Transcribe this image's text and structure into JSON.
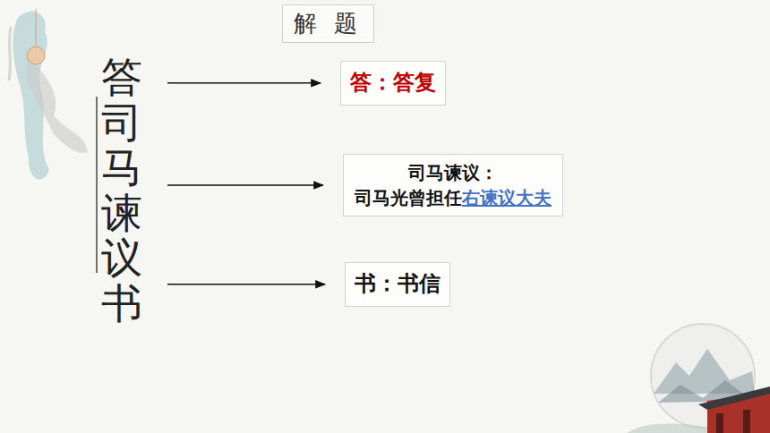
{
  "diagram": {
    "title": "解 题",
    "nodes": [
      {
        "text": [
          "答司马谏议书"
        ]
      },
      {
        "text": [
          "答：答复"
        ]
      },
      {
        "text": [
          "司马谏议：",
          "司马光曾担任",
          "右谏议大夫"
        ]
      },
      {
        "text": [
          "书：书信"
        ]
      }
    ],
    "edges": [
      {
        "from": 0,
        "to": 1,
        "arrow": "to"
      },
      {
        "from": 0,
        "to": 2,
        "arrow": "to"
      },
      {
        "from": 0,
        "to": 3,
        "arrow": "to"
      }
    ]
  }
}
